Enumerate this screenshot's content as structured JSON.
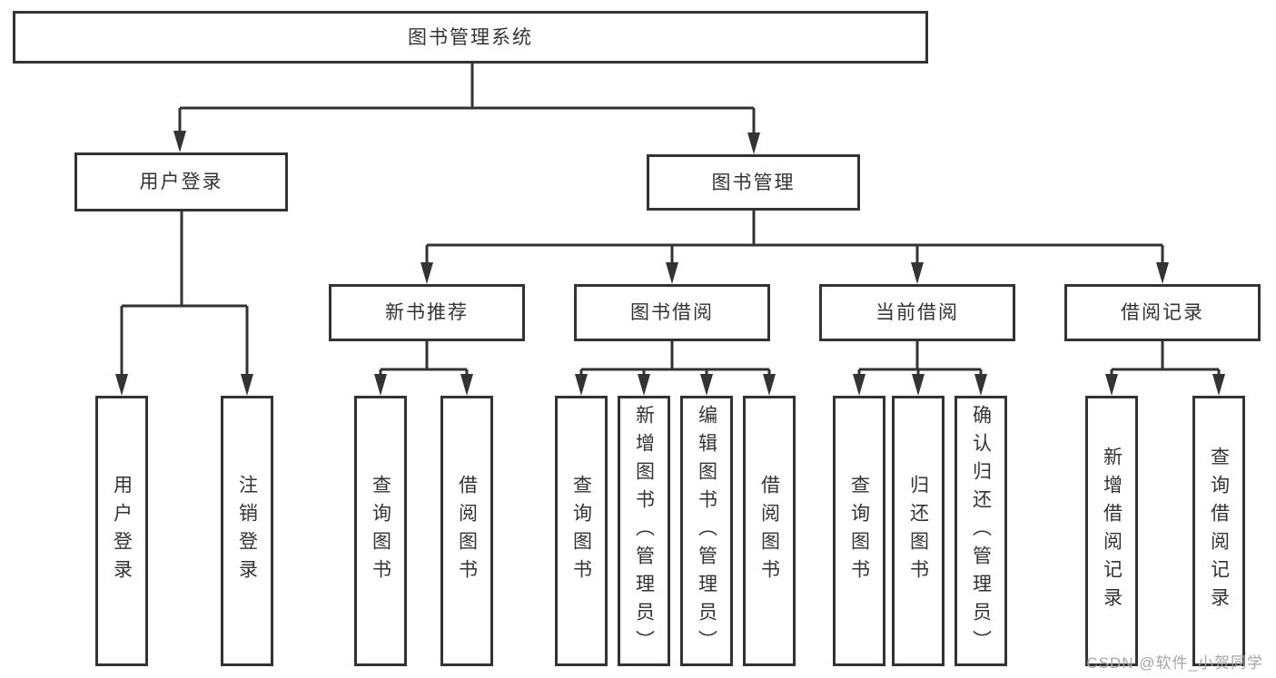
{
  "tree": {
    "root": "图书管理系统",
    "branches": [
      {
        "label": "用户登录",
        "children": [
          "用户登录",
          "注销登录"
        ]
      },
      {
        "label": "图书管理",
        "children": [
          {
            "label": "新书推荐",
            "children": [
              "查询图书",
              "借阅图书"
            ]
          },
          {
            "label": "图书借阅",
            "children": [
              "查询图书",
              "新增图书（管理员）",
              "编辑图书（管理员）",
              "借阅图书"
            ]
          },
          {
            "label": "当前借阅",
            "children": [
              "查询图书",
              "归还图书",
              "确认归还（管理员）"
            ]
          },
          {
            "label": "借阅记录",
            "children": [
              "新增借阅记录",
              "查询借阅记录"
            ]
          }
        ]
      }
    ]
  },
  "watermark": "CSDN @软件_小贺同学",
  "colors": {
    "line": "#333333",
    "box_border": "#333333",
    "box_fill": "#ffffff",
    "text": "#333333",
    "watermark": "#a6a6a6"
  }
}
